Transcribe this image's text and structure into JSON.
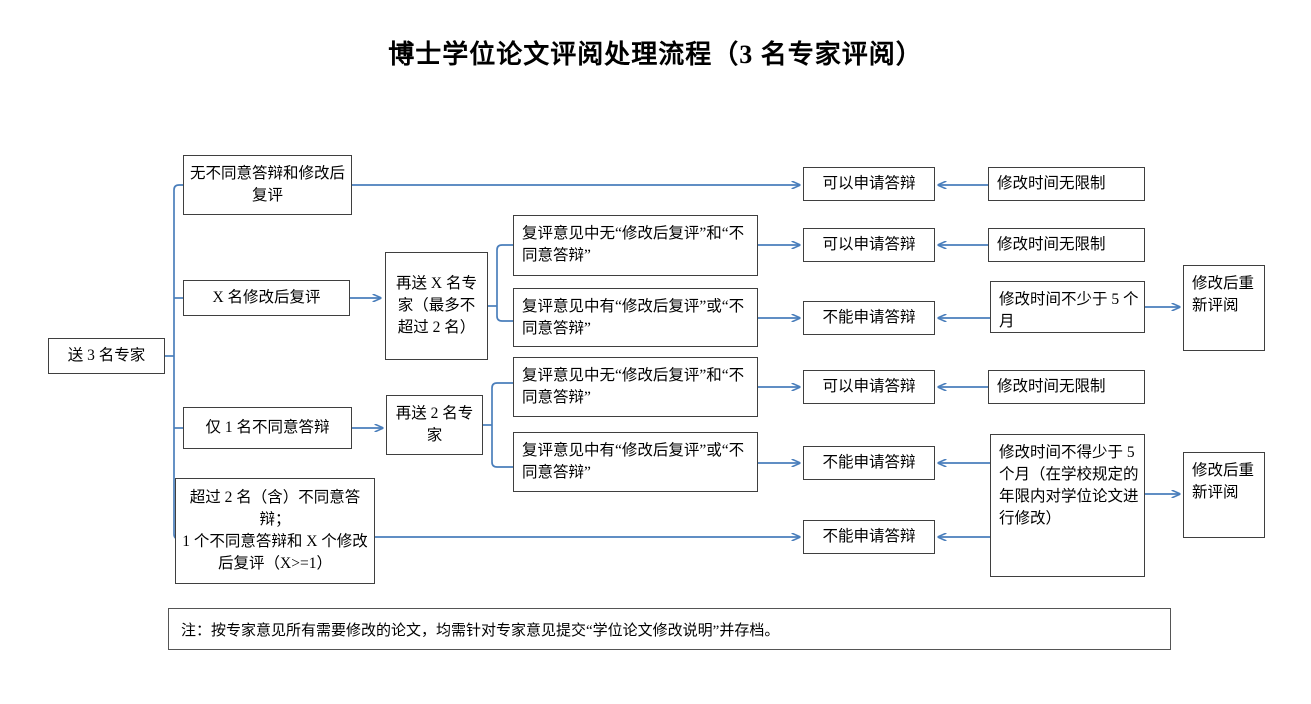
{
  "title": "博士学位论文评阅处理流程（3 名专家评阅）",
  "nodes": {
    "start": "送 3 名专家",
    "outcome_none": "无不同意答辩和修改后复评",
    "outcome_x_revise": "X 名修改后复评",
    "outcome_one_reject": "仅 1 名不同意答辩",
    "outcome_two_plus_reject": "超过 2 名（含）不同意答辩；\n1 个不同意答辩和 X 个修改后复评（X>=1）",
    "resend_x": "再送 X 名专家（最多不超过 2 名）",
    "resend_two": "再送 2 名专家",
    "review_none_a": "复评意见中无“修改后复评”和“不同意答辩”",
    "review_has_a": "复评意见中有“修改后复评”或“不同意答辩”",
    "review_none_b": "复评意见中无“修改后复评”和“不同意答辩”",
    "review_has_b": "复评意见中有“修改后复评”或“不同意答辩”",
    "can_defend_1": "可以申请答辩",
    "can_defend_2": "可以申请答辩",
    "cannot_defend_1": "不能申请答辩",
    "can_defend_3": "可以申请答辩",
    "cannot_defend_2": "不能申请答辩",
    "cannot_defend_3": "不能申请答辩",
    "time_unlimited_1": "修改时间无限制",
    "time_unlimited_2": "修改时间无限制",
    "time_min_5_months": "修改时间不少于 5 个月",
    "time_unlimited_3": "修改时间无限制",
    "time_min_5_months_detail": "修改时间不得少于 5 个月（在学校规定的年限内对学位论文进行修改）",
    "rereview_1": "修改后重新评阅",
    "rereview_2": "修改后重新评阅"
  },
  "note": "注：按专家意见所有需要修改的论文，均需针对专家意见提交“学位论文修改说明”并存档。",
  "colors": {
    "connector": "#4a7ebb",
    "box_border": "#3f3f3f",
    "text": "#000000",
    "background": "#ffffff"
  }
}
